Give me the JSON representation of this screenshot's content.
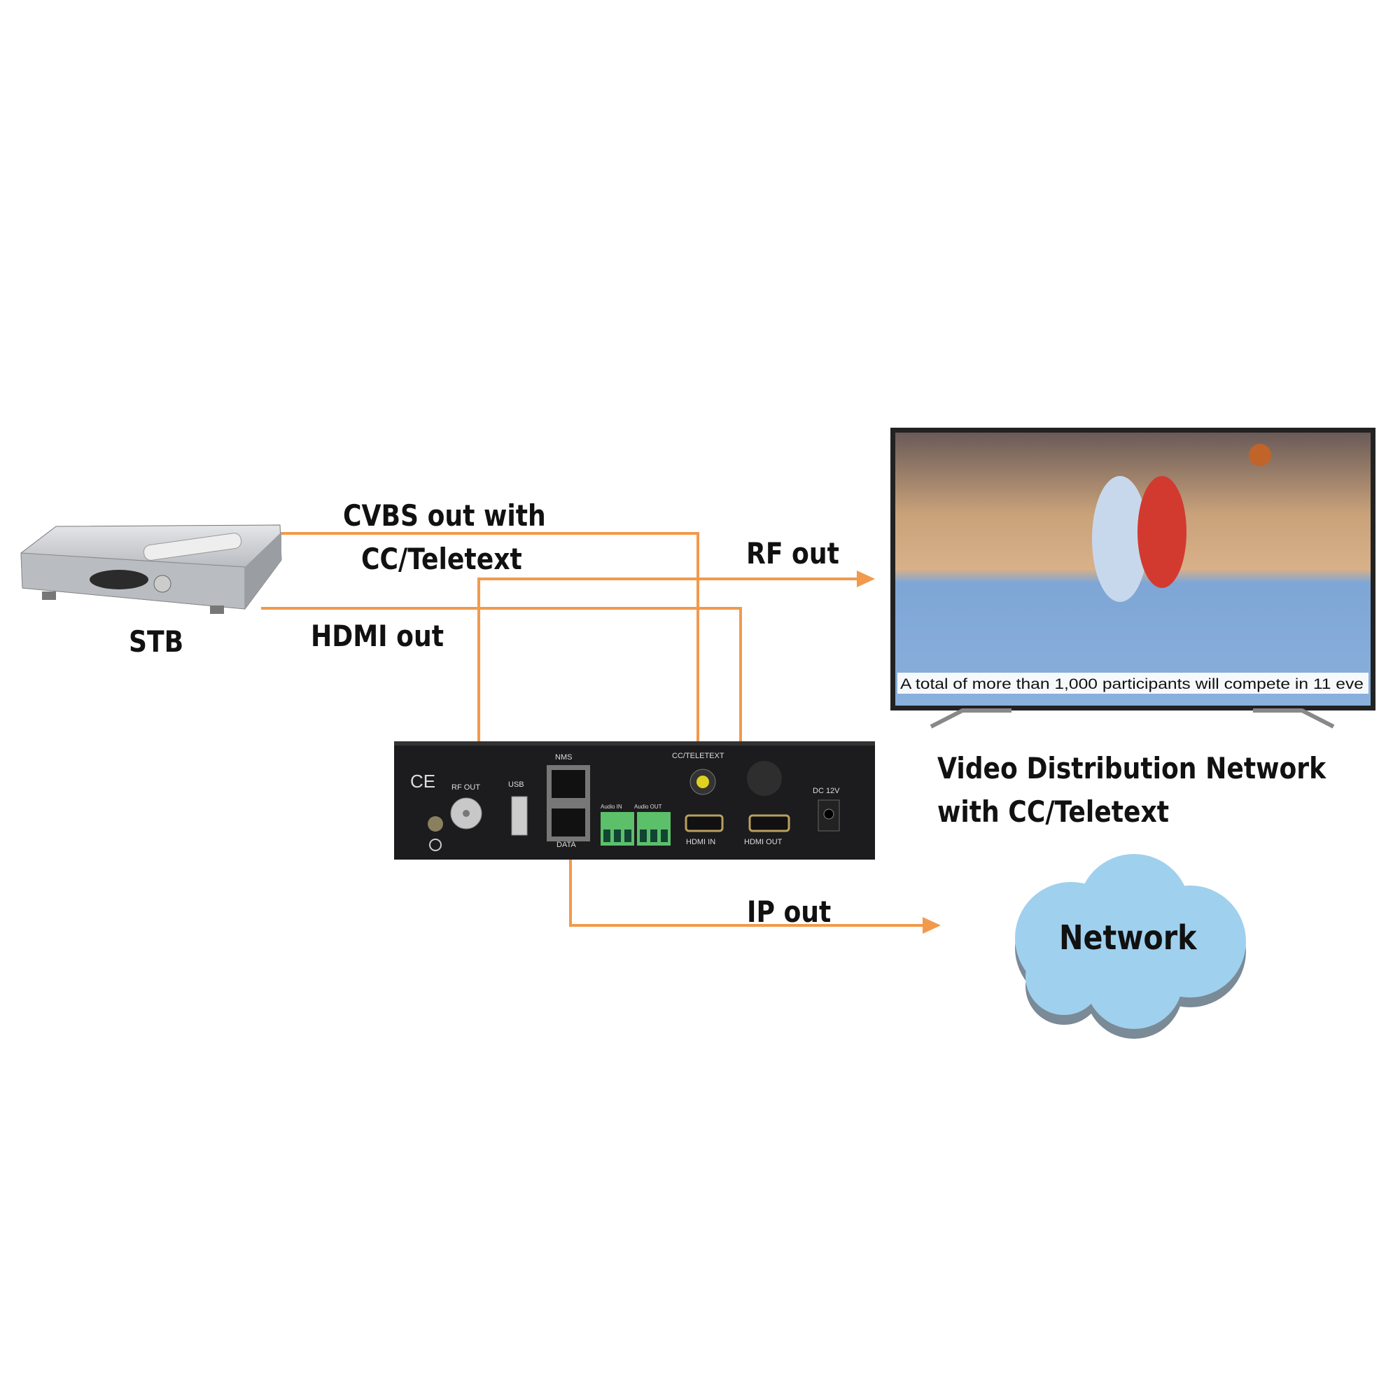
{
  "labels": {
    "stb": "STB",
    "cvbs_line1": "CVBS out with",
    "cvbs_line2": "CC/Teletext",
    "rf_out": "RF out",
    "hdmi_out": "HDMI out",
    "ip_out": "IP out",
    "vdn_line1": "Video Distribution Network",
    "vdn_line2": "with CC/Teletext",
    "network": "Network"
  },
  "tv": {
    "caption": "A total of more than 1,000 participants will compete in 11 eve"
  },
  "panel": {
    "ce": "CE",
    "rf_out": "RF OUT",
    "usb": "USB",
    "nms": "NMS",
    "data": "DATA",
    "audio_in": "Audio IN",
    "audio_out": "Audio OUT",
    "cc_teletext": "CC/TELETEXT",
    "hdmi_in": "HDMI IN",
    "hdmi_out": "HDMI OUT",
    "dc": "DC 12V"
  },
  "colors": {
    "connector": "#f19a4c",
    "cloud": "#9fd0ee",
    "panel": "#1c1c1e"
  }
}
